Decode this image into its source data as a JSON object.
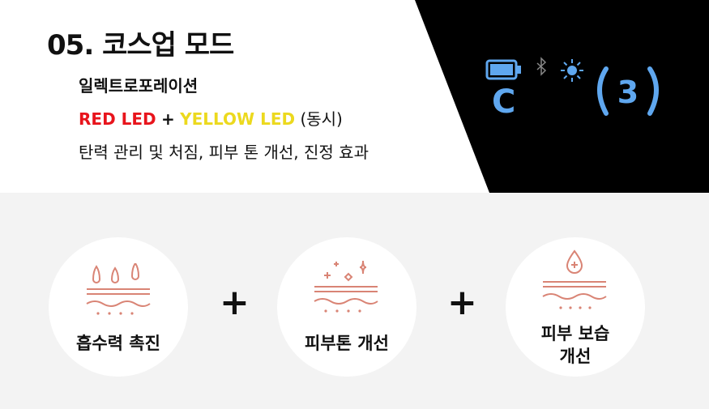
{
  "header": {
    "title": "05. 코스업 모드",
    "subtitle": "일렉트로포레이션",
    "led": {
      "red": "RED LED",
      "plus": "+",
      "yellow": "YELLOW LED",
      "suffix": "(동시)"
    },
    "effects": "탄력 관리 및 처짐, 피부 톤 개선, 진정 효과"
  },
  "device": {
    "mode_letter": "C",
    "level": "3",
    "icons": [
      "battery-icon",
      "bluetooth-icon",
      "sun-icon"
    ],
    "accent_color": "#5fa7ef"
  },
  "features": [
    {
      "label_lines": [
        "흡수력 촉진"
      ],
      "icon": "water-drops-skin-icon"
    },
    {
      "label_lines": [
        "피부톤 개선"
      ],
      "icon": "sparkle-skin-icon"
    },
    {
      "label_lines": [
        "피부 보습",
        "개선"
      ],
      "icon": "moisture-drop-skin-icon"
    }
  ],
  "plus_sign": "+",
  "colors": {
    "red": "#e8141c",
    "yellow": "#ecd91e",
    "icon": "#d98475",
    "panel": "#000000",
    "bottom_bg": "#f3f3f3"
  }
}
